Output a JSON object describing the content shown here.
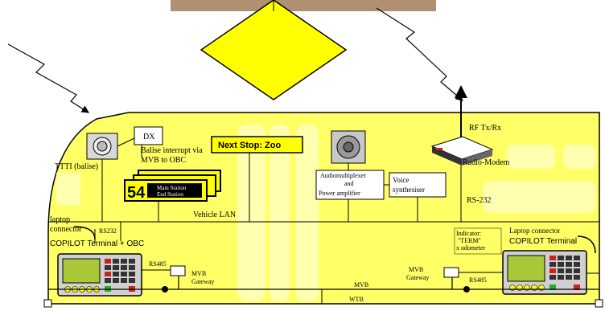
{
  "labels": {
    "dx": "DX",
    "balise_interrupt_line1": "Balise interrupt via",
    "balise_interrupt_line2": "MVB to OBC",
    "next_stop": "Next Stop: Zoo",
    "ttti": "TTTI (balise)",
    "display_number": "54",
    "display_line1": "Main Station",
    "display_line2": "End Station",
    "audio_line1": "Audiomultiplexer",
    "audio_line2": "and",
    "audio_line3": "Power amplifier",
    "voice_line1": "Voice",
    "voice_line2": "synthesiser",
    "rf": "RF Tx/Rx",
    "radio_modem": "Radio-Modem",
    "rs232_right": "RS-232",
    "vehicle_lan": "Vehicle LAN",
    "laptop_connector_left_line1": "laptop",
    "laptop_connector_left_line2": "connector",
    "rs232_left": "RS232",
    "copilot_left": "COPILOT Terminal + OBC",
    "indicator_line1": "Indicator:",
    "indicator_line2": "\"TERM\"",
    "indicator_line3": "x odometer",
    "laptop_connector_right": "Laptop connector",
    "copilot_right": "COPILOT Terminal",
    "rs485_left": "RS485",
    "mvb_gateway_left_line1": "MVB",
    "mvb_gateway_left_line2": "Gateway",
    "mvb_gateway_right_line1": "MVB",
    "mvb_gateway_right_line2": "Gateway",
    "rs485_right": "RS485",
    "mvb_bus": "MVB",
    "wtb_bus": "WTB"
  },
  "colors": {
    "vehicle_fill": "#ffff66",
    "sign_fill": "#ffff00",
    "display_fill": "#ffff00",
    "screen_fill": "#a8c838",
    "outline": "#000000"
  }
}
